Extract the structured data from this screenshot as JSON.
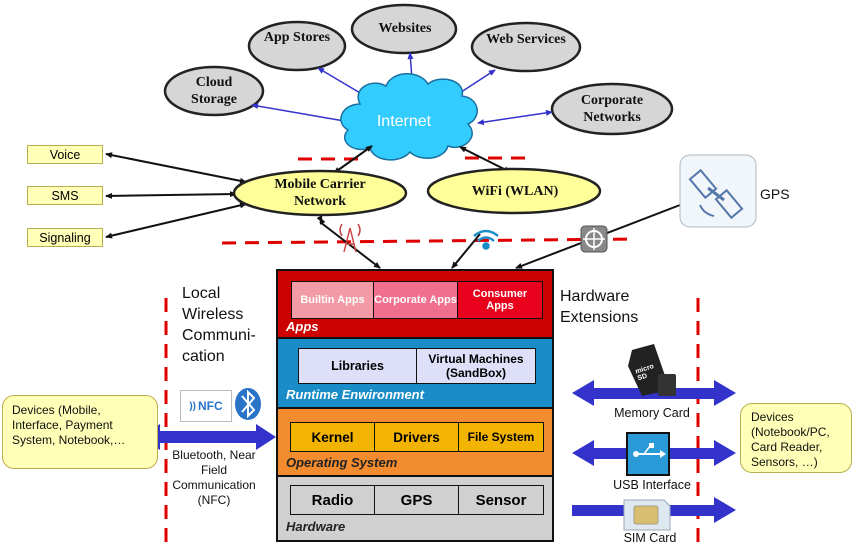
{
  "cloud_services": [
    "Cloud Storage",
    "App Stores",
    "Websites",
    "Web Services",
    "Corporate Networks"
  ],
  "internet_label": "Internet",
  "left_signals": [
    "Voice",
    "SMS",
    "Signaling"
  ],
  "networks": {
    "mobile": "Mobile Carrier Network",
    "wifi": "WiFi (WLAN)"
  },
  "gps_label": "GPS",
  "stack": {
    "apps": {
      "title": "Apps",
      "items": [
        "Builtin Apps",
        "Corporate Apps",
        "Consumer Apps"
      ],
      "colors": [
        "#f29aa6",
        "#f06e8e",
        "#e8001c"
      ]
    },
    "runtime": {
      "title": "Runtime Enwironment",
      "items": [
        "Libraries",
        "Virtual Machines (SandBox)"
      ]
    },
    "os": {
      "title": "Operating System",
      "items": [
        "Kernel",
        "Drivers",
        "File System"
      ]
    },
    "hardware": {
      "title": "Hardware",
      "items": [
        "Radio",
        "GPS",
        "Sensor"
      ]
    }
  },
  "local_wireless": {
    "title": "Local Wireless Communi- cation",
    "caption": "Bluetooth, Near Field Communication (NFC)",
    "nfc_badge": "NFC"
  },
  "hardware_ext": {
    "title": "Hardware Extensions",
    "memory_card": "Memory Card",
    "usb": "USB Interface",
    "sim": "SIM Card",
    "micro_sd": "micro SD"
  },
  "devices_left": "Devices (Mobile, Interface, Payment System, Notebook,…",
  "devices_right": "Devices (Notebook/PC, Card Reader, Sensors, …)",
  "colors": {
    "apps_bg": "#cc0000",
    "runtime_bg": "#1a8cc8",
    "os_bg": "#f28c2f",
    "hw_bg": "#d0d0d0",
    "cloud": "#33ccff",
    "oval_yellow": "#ffff99",
    "arrow_blue": "#3333cc"
  }
}
